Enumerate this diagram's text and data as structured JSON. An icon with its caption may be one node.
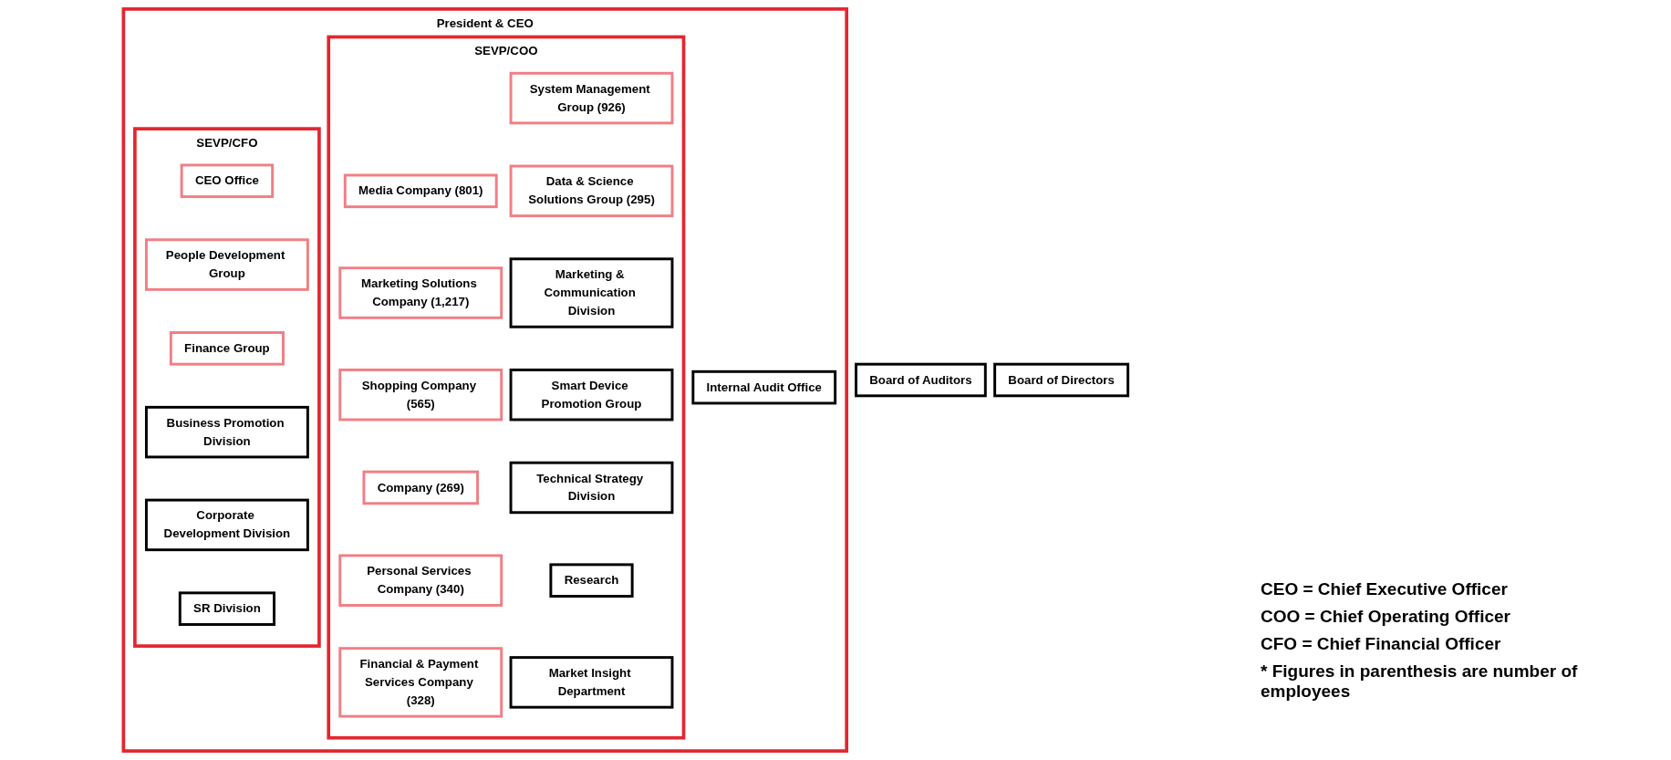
{
  "diagram": {
    "nodes": [
      {
        "text": [
          "President & CEO"
        ]
      },
      {
        "text": [
          "Board of Auditors"
        ]
      },
      {
        "text": [
          "Board of Directors"
        ]
      },
      {
        "text": [
          "SEVP/COO"
        ],
        "in": 0
      },
      {
        "text": [
          "Media Company (801)"
        ],
        "in": 3
      },
      {
        "text": [
          "Marketing Solutions Company (1,217)"
        ],
        "in": 3
      },
      {
        "text": [
          "Shopping Company (565)"
        ],
        "in": 3
      },
      {
        "text": [
          "Company (269)"
        ],
        "in": 3
      },
      {
        "text": [
          "Personal Services Company (340)"
        ],
        "in": 3
      },
      {
        "text": [
          "Financial & Payment Services Company (328)"
        ],
        "in": 3
      },
      {
        "text": [
          "System Management Group (926)"
        ],
        "in": 3
      },
      {
        "text": [
          "Data & Science Solutions Group (295)"
        ],
        "in": 3
      },
      {
        "text": [
          "Marketing & Communication Division"
        ],
        "in": 3
      },
      {
        "text": [
          "Smart Device Promotion Group"
        ],
        "in": 3
      },
      {
        "text": [
          "Technical Strategy Division"
        ],
        "in": 3
      },
      {
        "text": [
          "Research"
        ],
        "in": 3
      },
      {
        "text": [
          "Market Insight Department"
        ],
        "in": 3
      },
      {
        "text": [
          "SEVP/CFO"
        ],
        "in": 0
      },
      {
        "text": [
          "CEO Office"
        ],
        "in": 17
      },
      {
        "text": [
          "People Development Group"
        ],
        "in": 17
      },
      {
        "text": [
          "Finance Group"
        ],
        "in": 17
      },
      {
        "text": [
          "Business Promotion Division"
        ],
        "in": 17
      },
      {
        "text": [
          "Corporate Development Division"
        ],
        "in": 17
      },
      {
        "text": [
          "SR Division"
        ],
        "in": 17
      },
      {
        "text": [
          "Internal Audit Office"
        ],
        "in": 0
      }
    ],
    "labels": [
      "CEO = Chief Executive Officer",
      "COO = Chief Operating Officer",
      "CFO = Chief Financial Officer",
      "* Figures in parenthesis are number of employees"
    ]
  }
}
